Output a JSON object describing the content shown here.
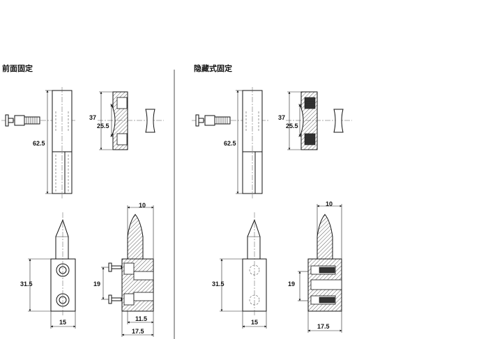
{
  "sections": {
    "left": {
      "title": "前面固定"
    },
    "right": {
      "title": "隐藏式固定"
    }
  },
  "dims": {
    "left": {
      "d62_5": "62.5",
      "d37": "37",
      "d25_5": "25.5",
      "d10": "10",
      "d31_5": "31.5",
      "d19": "19",
      "d15": "15",
      "d11_5": "11.5",
      "d17_5": "17.5"
    },
    "right": {
      "d62_5": "62.5",
      "d37": "37",
      "d25_5": "25.5",
      "d10": "10",
      "d31_5": "31.5",
      "d19": "19",
      "d15": "15",
      "d17_5": "17.5"
    }
  }
}
